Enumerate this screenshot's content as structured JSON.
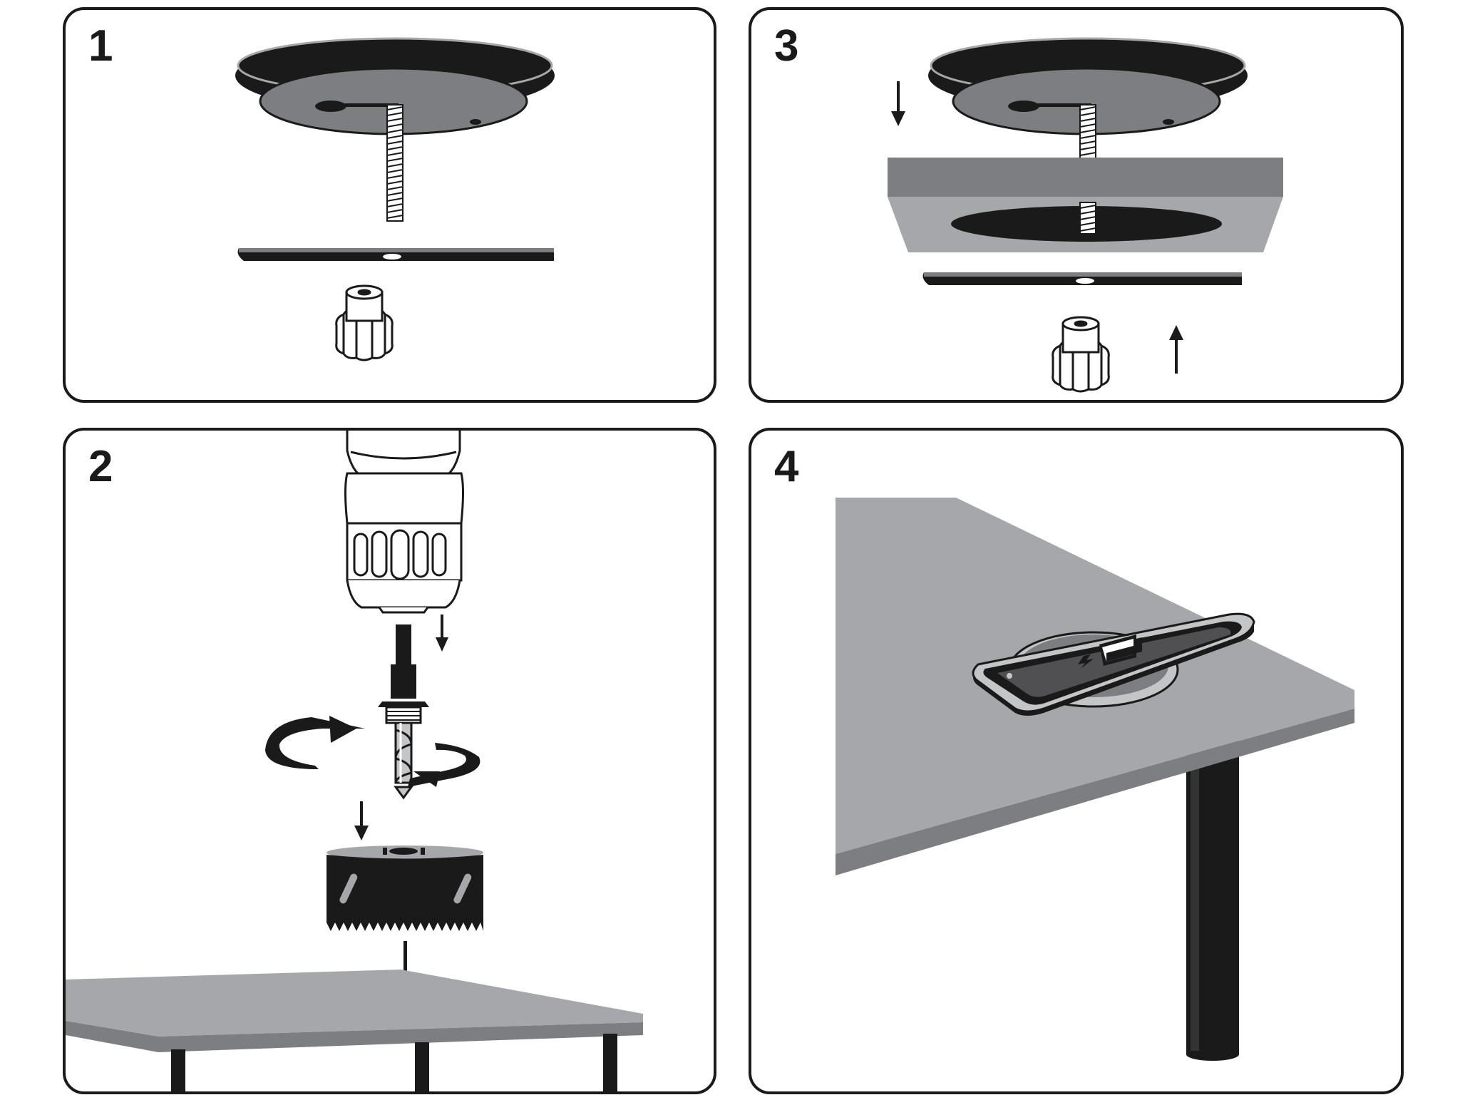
{
  "steps": [
    {
      "number": "1"
    },
    {
      "number": "2"
    },
    {
      "number": "3"
    },
    {
      "number": "4"
    }
  ],
  "colors": {
    "outline": "#1a1a1a",
    "dark_gray": "#7d7e81",
    "mid_gray": "#a6a7aa",
    "light_gray": "#c4c5c7",
    "white": "#ffffff"
  },
  "icons": {
    "phone_battery": "battery-charging-icon",
    "drill": "drill-chuck-icon",
    "hole_saw": "hole-saw-icon",
    "rotation": "rotate-arrows-icon"
  }
}
